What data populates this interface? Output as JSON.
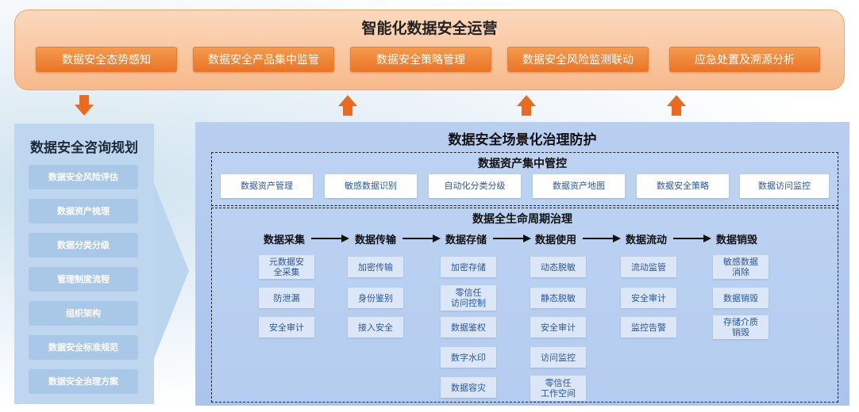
{
  "operations": {
    "title": "智能化数据安全运营",
    "items": [
      "数据安全态势感知",
      "数据安全产品集中监管",
      "数据安全策略管理",
      "数据安全风险监测联动",
      "应急处置及溯源分析"
    ]
  },
  "consulting": {
    "title": "数据安全咨询规划",
    "items": [
      "数据安全风险评估",
      "数据资产梳理",
      "数据分类分级",
      "管理制度流程",
      "组织架构",
      "数据安全标准规范",
      "数据安全治理方案"
    ]
  },
  "governance": {
    "title": "数据安全场景化治理防护",
    "asset_section": {
      "title": "数据资产集中管控",
      "items": [
        "数据资产管理",
        "敏感数据识别",
        "自动化分类分级",
        "数据资产地图",
        "数据安全策略",
        "数据访问监控"
      ]
    },
    "lifecycle_section": {
      "title": "数据全生命周期治理",
      "stages": [
        {
          "name": "数据采集",
          "items": [
            "元数据安\n全采集",
            "防泄漏",
            "安全审计"
          ]
        },
        {
          "name": "数据传输",
          "items": [
            "加密传输",
            "身份鉴别",
            "接入安全"
          ]
        },
        {
          "name": "数据存储",
          "items": [
            "加密存储",
            "零信任\n访问控制",
            "数据鉴权",
            "数字水印",
            "数据容灾"
          ]
        },
        {
          "name": "数据使用",
          "items": [
            "动态脱敏",
            "静态脱敏",
            "安全审计",
            "访问监控",
            "零信任\n工作空间"
          ]
        },
        {
          "name": "数据流动",
          "items": [
            "流动监管",
            "安全审计",
            "监控告警"
          ]
        },
        {
          "name": "数据销毁",
          "items": [
            "敏感数据\n消除",
            "数据销毁",
            "存储介质\n销毁"
          ]
        }
      ]
    }
  },
  "colors": {
    "orange": "#ea7425",
    "blue_panel": "#aac4ec",
    "text_blue": "#2a58a0"
  }
}
